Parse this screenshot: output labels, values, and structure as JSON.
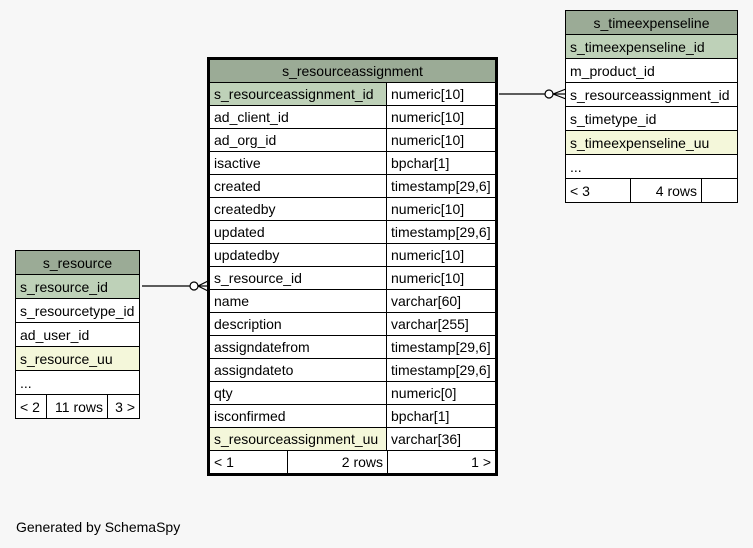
{
  "main_table": {
    "name": "s_resourceassignment",
    "columns": [
      {
        "name": "s_resourceassignment_id",
        "type": "numeric[10]",
        "style": "pk"
      },
      {
        "name": "ad_client_id",
        "type": "numeric[10]",
        "style": ""
      },
      {
        "name": "ad_org_id",
        "type": "numeric[10]",
        "style": ""
      },
      {
        "name": "isactive",
        "type": "bpchar[1]",
        "style": ""
      },
      {
        "name": "created",
        "type": "timestamp[29,6]",
        "style": ""
      },
      {
        "name": "createdby",
        "type": "numeric[10]",
        "style": ""
      },
      {
        "name": "updated",
        "type": "timestamp[29,6]",
        "style": ""
      },
      {
        "name": "updatedby",
        "type": "numeric[10]",
        "style": ""
      },
      {
        "name": "s_resource_id",
        "type": "numeric[10]",
        "style": ""
      },
      {
        "name": "name",
        "type": "varchar[60]",
        "style": ""
      },
      {
        "name": "description",
        "type": "varchar[255]",
        "style": ""
      },
      {
        "name": "assigndatefrom",
        "type": "timestamp[29,6]",
        "style": ""
      },
      {
        "name": "assigndateto",
        "type": "timestamp[29,6]",
        "style": ""
      },
      {
        "name": "qty",
        "type": "numeric[0]",
        "style": ""
      },
      {
        "name": "isconfirmed",
        "type": "bpchar[1]",
        "style": ""
      },
      {
        "name": "s_resourceassignment_uu",
        "type": "varchar[36]",
        "style": "uu"
      }
    ],
    "footer": {
      "parents": "< 1",
      "rows": "2 rows",
      "children": "1 >"
    }
  },
  "resource_table": {
    "name": "s_resource",
    "columns": [
      {
        "name": "s_resource_id",
        "style": "pk"
      },
      {
        "name": "s_resourcetype_id",
        "style": ""
      },
      {
        "name": "ad_user_id",
        "style": ""
      },
      {
        "name": "s_resource_uu",
        "style": "uu"
      },
      {
        "name": "...",
        "style": ""
      }
    ],
    "footer": {
      "parents": "< 2",
      "rows": "11 rows",
      "children": "3 >"
    }
  },
  "timeexpense_table": {
    "name": "s_timeexpenseline",
    "columns": [
      {
        "name": "s_timeexpenseline_id",
        "style": "pk"
      },
      {
        "name": "m_product_id",
        "style": ""
      },
      {
        "name": "s_resourceassignment_id",
        "style": ""
      },
      {
        "name": "s_timetype_id",
        "style": ""
      },
      {
        "name": "s_timeexpenseline_uu",
        "style": "uu"
      },
      {
        "name": "...",
        "style": ""
      }
    ],
    "footer": {
      "parents": "< 3",
      "rows": "4 rows",
      "children": ""
    }
  },
  "footer_text": "Generated by SchemaSpy"
}
